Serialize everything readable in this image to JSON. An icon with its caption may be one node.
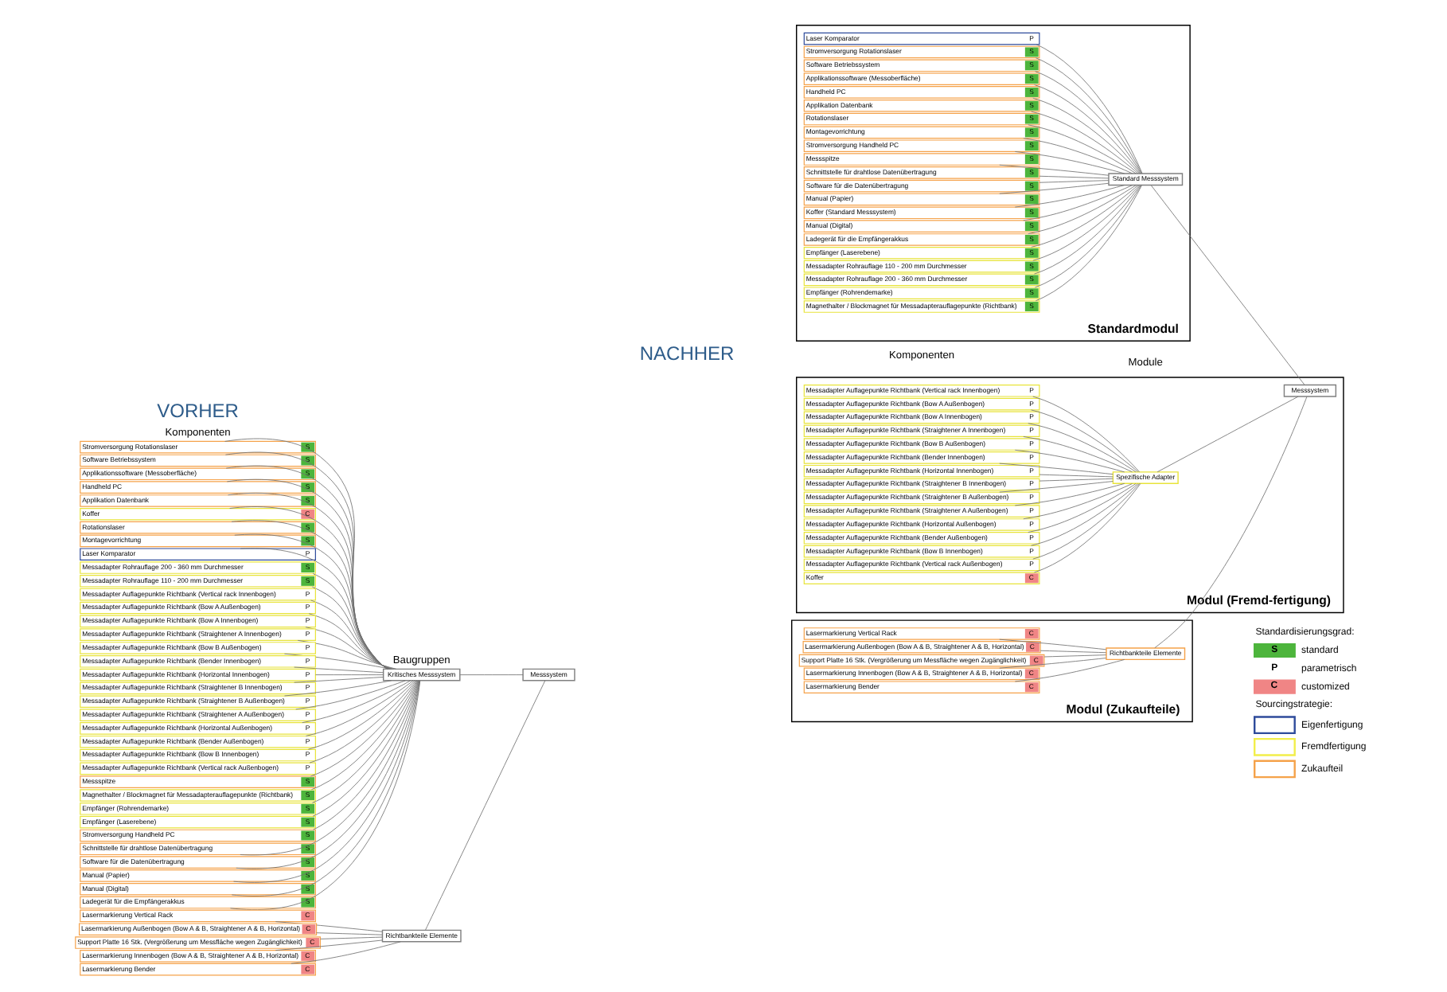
{
  "diagram": {
    "nodes": [
      {
        "text": [
          "Stromversorgung Rotationslaser",
          "S"
        ]
      },
      {
        "text": [
          "Software Betriebssystem",
          "S"
        ]
      },
      {
        "text": [
          "Applikationssoftware (Messoberfläche)",
          "S"
        ]
      },
      {
        "text": [
          "Handheld PC",
          "S"
        ]
      },
      {
        "text": [
          "Applikation Datenbank",
          "S"
        ]
      },
      {
        "text": [
          "Koffer",
          "C"
        ]
      },
      {
        "text": [
          "Rotationslaser",
          "S"
        ]
      },
      {
        "text": [
          "Montagevorrichtung",
          "S"
        ]
      },
      {
        "text": [
          "Laser Komparator",
          "P"
        ]
      },
      {
        "text": [
          "Messadapter Rohrauflage 200 - 360 mm Durchmesser",
          "S"
        ]
      },
      {
        "text": [
          "Messadapter Rohrauflage 110 - 200 mm Durchmesser",
          "S"
        ]
      },
      {
        "text": [
          "Messadapter Auflagepunkte Richtbank (Vertical rack Innenbogen)",
          "P"
        ]
      },
      {
        "text": [
          "Messadapter Auflagepunkte Richtbank (Bow A Außenbogen)",
          "P"
        ]
      },
      {
        "text": [
          "Messadapter Auflagepunkte Richtbank (Bow A Innenbogen)",
          "P"
        ]
      },
      {
        "text": [
          "Messadapter Auflagepunkte Richtbank (Straightener A Innenbogen)",
          "P"
        ]
      },
      {
        "text": [
          "Messadapter Auflagepunkte Richtbank (Bow B Außenbogen)",
          "P"
        ]
      },
      {
        "text": [
          "Messadapter Auflagepunkte Richtbank (Bender Innenbogen)",
          "P"
        ]
      },
      {
        "text": [
          "Messadapter Auflagepunkte Richtbank (Horizontal Innenbogen)",
          "P"
        ]
      },
      {
        "text": [
          "Messadapter Auflagepunkte Richtbank (Straightener B Innenbogen)",
          "P"
        ]
      },
      {
        "text": [
          "Messadapter Auflagepunkte Richtbank (Straightener B Außenbogen)",
          "P"
        ]
      },
      {
        "text": [
          "Messadapter Auflagepunkte Richtbank (Straightener A Außenbogen)",
          "P"
        ]
      },
      {
        "text": [
          "Messadapter Auflagepunkte Richtbank (Horizontal Außenbogen)",
          "P"
        ]
      },
      {
        "text": [
          "Messadapter Auflagepunkte Richtbank (Bender Außenbogen)",
          "P"
        ]
      },
      {
        "text": [
          "Messadapter Auflagepunkte Richtbank (Bow B Innenbogen)",
          "P"
        ]
      },
      {
        "text": [
          "Messadapter Auflagepunkte Richtbank (Vertical rack Außenbogen)",
          "P"
        ]
      },
      {
        "text": [
          "Messspitze",
          "S"
        ]
      },
      {
        "text": [
          "Magnethalter / Blockmagnet für Messadapterauflagepunkte (Richtbank)",
          "S"
        ]
      },
      {
        "text": [
          "Empfänger (Rohrendemarke)",
          "S"
        ]
      },
      {
        "text": [
          "Empfänger (Laserebene)",
          "S"
        ]
      },
      {
        "text": [
          "Stromversorgung Handheld PC",
          "S"
        ]
      },
      {
        "text": [
          "Schnittstelle für drahtlose Datenübertragung",
          "S"
        ]
      },
      {
        "text": [
          "Software für die Datenübertragung",
          "S"
        ]
      },
      {
        "text": [
          "Manual (Papier)",
          "S"
        ]
      },
      {
        "text": [
          "Manual (Digital)",
          "S"
        ]
      },
      {
        "text": [
          "Ladegerät für die Empfängerakkus",
          "S"
        ]
      },
      {
        "text": [
          "Lasermarkierung Vertical Rack",
          "C"
        ]
      },
      {
        "text": [
          "Lasermarkierung Außenbogen (Bow A & B, Straightener A & B, Horizontal)",
          "C"
        ]
      },
      {
        "text": [
          "Support Platte 16 Stk. (Vergrößerung um Messfläche wegen Zugänglichkeit)",
          "C"
        ]
      },
      {
        "text": [
          "Lasermarkierung Innenbogen (Bow A & B, Straightener A & B, Horizontal)",
          "C"
        ]
      },
      {
        "text": [
          "Lasermarkierung Bender",
          "C"
        ]
      },
      {
        "text": [
          "Kritisches Messsystem"
        ]
      },
      {
        "text": [
          "Richtbankteile Elemente"
        ]
      },
      {
        "text": [
          "Messsystem"
        ]
      },
      {
        "text": [
          "Standardmodul"
        ]
      },
      {
        "text": [
          "Laser Komparator",
          "P"
        ],
        "in": 43
      },
      {
        "text": [
          "Stromversorgung Rotationslaser",
          "S"
        ],
        "in": 43
      },
      {
        "text": [
          "Software Betriebssystem",
          "S"
        ],
        "in": 43
      },
      {
        "text": [
          "Applikationssoftware (Messoberfläche)",
          "S"
        ],
        "in": 43
      },
      {
        "text": [
          "Handheld PC",
          "S"
        ],
        "in": 43
      },
      {
        "text": [
          "Applikation Datenbank",
          "S"
        ],
        "in": 43
      },
      {
        "text": [
          "Rotationslaser",
          "S"
        ],
        "in": 43
      },
      {
        "text": [
          "Montagevorrichtung",
          "S"
        ],
        "in": 43
      },
      {
        "text": [
          "Stromversorgung Handheld PC",
          "S"
        ],
        "in": 43
      },
      {
        "text": [
          "Messspitze",
          "S"
        ],
        "in": 43
      },
      {
        "text": [
          "Schnittstelle für drahtlose Datenübertragung",
          "S"
        ],
        "in": 43
      },
      {
        "text": [
          "Software für die Datenübertragung",
          "S"
        ],
        "in": 43
      },
      {
        "text": [
          "Manual (Papier)",
          "S"
        ],
        "in": 43
      },
      {
        "text": [
          "Koffer (Standard Messsystem)",
          "S"
        ],
        "in": 43
      },
      {
        "text": [
          "Manual (Digital)",
          "S"
        ],
        "in": 43
      },
      {
        "text": [
          "Ladegerät für die Empfängerakkus",
          "S"
        ],
        "in": 43
      },
      {
        "text": [
          "Empfänger (Laserebene)",
          "S"
        ],
        "in": 43
      },
      {
        "text": [
          "Messadapter Rohrauflage 110 - 200 mm Durchmesser",
          "S"
        ],
        "in": 43
      },
      {
        "text": [
          "Messadapter Rohrauflage 200 - 360 mm Durchmesser",
          "S"
        ],
        "in": 43
      },
      {
        "text": [
          "Empfänger (Rohrendemarke)",
          "S"
        ],
        "in": 43
      },
      {
        "text": [
          "Magnethalter / Blockmagnet für Messadapterauflagepunkte (Richtbank)",
          "S"
        ],
        "in": 43
      },
      {
        "text": [
          "Standard Messsystem"
        ],
        "in": 43
      },
      {
        "text": [
          "Modul (Fremd-fertigung)"
        ]
      },
      {
        "text": [
          "Messadapter Auflagepunkte Richtbank (Vertical rack Innenbogen)",
          "P"
        ],
        "in": 66
      },
      {
        "text": [
          "Messadapter Auflagepunkte Richtbank (Bow A Außenbogen)",
          "P"
        ],
        "in": 66
      },
      {
        "text": [
          "Messadapter Auflagepunkte Richtbank (Bow A Innenbogen)",
          "P"
        ],
        "in": 66
      },
      {
        "text": [
          "Messadapter Auflagepunkte Richtbank (Straightener A Innenbogen)",
          "P"
        ],
        "in": 66
      },
      {
        "text": [
          "Messadapter Auflagepunkte Richtbank (Bow B Außenbogen)",
          "P"
        ],
        "in": 66
      },
      {
        "text": [
          "Messadapter Auflagepunkte Richtbank (Bender Innenbogen)",
          "P"
        ],
        "in": 66
      },
      {
        "text": [
          "Messadapter Auflagepunkte Richtbank (Horizontal Innenbogen)",
          "P"
        ],
        "in": 66
      },
      {
        "text": [
          "Messadapter Auflagepunkte Richtbank (Straightener B Innenbogen)",
          "P"
        ],
        "in": 66
      },
      {
        "text": [
          "Messadapter Auflagepunkte Richtbank (Straightener B Außenbogen)",
          "P"
        ],
        "in": 66
      },
      {
        "text": [
          "Messadapter Auflagepunkte Richtbank (Straightener A Außenbogen)",
          "P"
        ],
        "in": 66
      },
      {
        "text": [
          "Messadapter Auflagepunkte Richtbank (Horizontal Außenbogen)",
          "P"
        ],
        "in": 66
      },
      {
        "text": [
          "Messadapter Auflagepunkte Richtbank (Bender Außenbogen)",
          "P"
        ],
        "in": 66
      },
      {
        "text": [
          "Messadapter Auflagepunkte Richtbank (Bow B Innenbogen)",
          "P"
        ],
        "in": 66
      },
      {
        "text": [
          "Messadapter Auflagepunkte Richtbank (Vertical rack Außenbogen)",
          "P"
        ],
        "in": 66
      },
      {
        "text": [
          "Koffer",
          "C"
        ],
        "in": 66
      },
      {
        "text": [
          "Spezifische Adapter"
        ],
        "in": 66
      },
      {
        "text": [
          "Messsystem"
        ],
        "in": 66
      },
      {
        "text": [
          "Modul (Zukaufteile)"
        ]
      },
      {
        "text": [
          "Lasermarkierung Vertical Rack",
          "C"
        ],
        "in": 84
      },
      {
        "text": [
          "Lasermarkierung Außenbogen (Bow A & B, Straightener A & B, Horizontal)",
          "C"
        ],
        "in": 84
      },
      {
        "text": [
          "Support Platte 16 Stk. (Vergrößerung um Messfläche wegen Zugänglichkeit)",
          "C"
        ],
        "in": 84
      },
      {
        "text": [
          "Lasermarkierung Innenbogen (Bow A & B, Straightener A & B, Horizontal)",
          "C"
        ],
        "in": 84
      },
      {
        "text": [
          "Lasermarkierung Bender",
          "C"
        ],
        "in": 84
      },
      {
        "text": [
          "Richtbankteile Elemente"
        ],
        "in": 84
      }
    ],
    "edges": [
      {
        "from": 0,
        "to": 40,
        "arrow": "none"
      },
      {
        "from": 1,
        "to": 40,
        "arrow": "none"
      },
      {
        "from": 2,
        "to": 40,
        "arrow": "none"
      },
      {
        "from": 3,
        "to": 40,
        "arrow": "none"
      },
      {
        "from": 4,
        "to": 40,
        "arrow": "none"
      },
      {
        "from": 5,
        "to": 40,
        "arrow": "none"
      },
      {
        "from": 6,
        "to": 40,
        "arrow": "none"
      },
      {
        "from": 7,
        "to": 40,
        "arrow": "none"
      },
      {
        "from": 8,
        "to": 40,
        "arrow": "none"
      },
      {
        "from": 9,
        "to": 40,
        "arrow": "none"
      },
      {
        "from": 10,
        "to": 40,
        "arrow": "none"
      },
      {
        "from": 11,
        "to": 40,
        "arrow": "none"
      },
      {
        "from": 12,
        "to": 40,
        "arrow": "none"
      },
      {
        "from": 13,
        "to": 40,
        "arrow": "none"
      },
      {
        "from": 14,
        "to": 40,
        "arrow": "none"
      },
      {
        "from": 15,
        "to": 40,
        "arrow": "none"
      },
      {
        "from": 16,
        "to": 40,
        "arrow": "none"
      },
      {
        "from": 17,
        "to": 40,
        "arrow": "none"
      },
      {
        "from": 18,
        "to": 40,
        "arrow": "none"
      },
      {
        "from": 19,
        "to": 40,
        "arrow": "none"
      },
      {
        "from": 20,
        "to": 40,
        "arrow": "none"
      },
      {
        "from": 21,
        "to": 40,
        "arrow": "none"
      },
      {
        "from": 22,
        "to": 40,
        "arrow": "none"
      },
      {
        "from": 23,
        "to": 40,
        "arrow": "none"
      },
      {
        "from": 24,
        "to": 40,
        "arrow": "none"
      },
      {
        "from": 25,
        "to": 40,
        "arrow": "none"
      },
      {
        "from": 26,
        "to": 40,
        "arrow": "none"
      },
      {
        "from": 27,
        "to": 40,
        "arrow": "none"
      },
      {
        "from": 28,
        "to": 40,
        "arrow": "none"
      },
      {
        "from": 29,
        "to": 40,
        "arrow": "none"
      },
      {
        "from": 30,
        "to": 40,
        "arrow": "none"
      },
      {
        "from": 31,
        "to": 40,
        "arrow": "none"
      },
      {
        "from": 32,
        "to": 40,
        "arrow": "none"
      },
      {
        "from": 33,
        "to": 40,
        "arrow": "none"
      },
      {
        "from": 34,
        "to": 40,
        "arrow": "none"
      },
      {
        "from": 35,
        "to": 41,
        "arrow": "none"
      },
      {
        "from": 36,
        "to": 41,
        "arrow": "none"
      },
      {
        "from": 37,
        "to": 41,
        "arrow": "none"
      },
      {
        "from": 38,
        "to": 41,
        "arrow": "none"
      },
      {
        "from": 39,
        "to": 41,
        "arrow": "none"
      },
      {
        "from": 40,
        "to": 42,
        "arrow": "none"
      },
      {
        "from": 41,
        "to": 42,
        "arrow": "none"
      },
      {
        "from": 44,
        "to": 65,
        "arrow": "none"
      },
      {
        "from": 45,
        "to": 65,
        "arrow": "none"
      },
      {
        "from": 46,
        "to": 65,
        "arrow": "none"
      },
      {
        "from": 47,
        "to": 65,
        "arrow": "none"
      },
      {
        "from": 48,
        "to": 65,
        "arrow": "none"
      },
      {
        "from": 49,
        "to": 65,
        "arrow": "none"
      },
      {
        "from": 50,
        "to": 65,
        "arrow": "none"
      },
      {
        "from": 51,
        "to": 65,
        "arrow": "none"
      },
      {
        "from": 52,
        "to": 65,
        "arrow": "none"
      },
      {
        "from": 53,
        "to": 65,
        "arrow": "none"
      },
      {
        "from": 54,
        "to": 65,
        "arrow": "none"
      },
      {
        "from": 55,
        "to": 65,
        "arrow": "none"
      },
      {
        "from": 56,
        "to": 65,
        "arrow": "none"
      },
      {
        "from": 57,
        "to": 65,
        "arrow": "none"
      },
      {
        "from": 58,
        "to": 65,
        "arrow": "none"
      },
      {
        "from": 59,
        "to": 65,
        "arrow": "none"
      },
      {
        "from": 60,
        "to": 65,
        "arrow": "none"
      },
      {
        "from": 61,
        "to": 65,
        "arrow": "none"
      },
      {
        "from": 62,
        "to": 65,
        "arrow": "none"
      },
      {
        "from": 63,
        "to": 65,
        "arrow": "none"
      },
      {
        "from": 64,
        "to": 65,
        "arrow": "none"
      },
      {
        "from": 67,
        "to": 82,
        "arrow": "none"
      },
      {
        "from": 68,
        "to": 82,
        "arrow": "none"
      },
      {
        "from": 69,
        "to": 82,
        "arrow": "none"
      },
      {
        "from": 70,
        "to": 82,
        "arrow": "none"
      },
      {
        "from": 71,
        "to": 82,
        "arrow": "none"
      },
      {
        "from": 72,
        "to": 82,
        "arrow": "none"
      },
      {
        "from": 73,
        "to": 82,
        "arrow": "none"
      },
      {
        "from": 74,
        "to": 82,
        "arrow": "none"
      },
      {
        "from": 75,
        "to": 82,
        "arrow": "none"
      },
      {
        "from": 76,
        "to": 82,
        "arrow": "none"
      },
      {
        "from": 77,
        "to": 82,
        "arrow": "none"
      },
      {
        "from": 78,
        "to": 82,
        "arrow": "none"
      },
      {
        "from": 79,
        "to": 82,
        "arrow": "none"
      },
      {
        "from": 80,
        "to": 82,
        "arrow": "none"
      },
      {
        "from": 81,
        "to": 82,
        "arrow": "none"
      },
      {
        "from": 85,
        "to": 90,
        "arrow": "none"
      },
      {
        "from": 86,
        "to": 90,
        "arrow": "none"
      },
      {
        "from": 87,
        "to": 90,
        "arrow": "none"
      },
      {
        "from": 88,
        "to": 90,
        "arrow": "none"
      },
      {
        "from": 89,
        "to": 90,
        "arrow": "none"
      },
      {
        "from": 65,
        "to": 83,
        "arrow": "none"
      },
      {
        "from": 82,
        "to": 83,
        "arrow": "none"
      },
      {
        "from": 90,
        "to": 83,
        "arrow": "none"
      }
    ],
    "labels": [
      "VORHER",
      "Komponenten",
      "Baugruppen",
      "NACHHER",
      "Komponenten",
      "Module",
      "Standardisierungsgrad:",
      "S",
      "P",
      "C",
      "Sourcingstrategie:"
    ],
    "legend": [
      {
        "text": "standard",
        "color": "#4db53c"
      },
      {
        "text": "parametrisch"
      },
      {
        "text": "customized",
        "color": "#f08585"
      },
      {
        "text": "Eigenfertigung",
        "color": "#2e4b9b"
      },
      {
        "text": "Fremdfertigung",
        "color": "#f2ee4a"
      },
      {
        "text": "Zukaufteil",
        "color": "#f5a24a"
      }
    ]
  }
}
